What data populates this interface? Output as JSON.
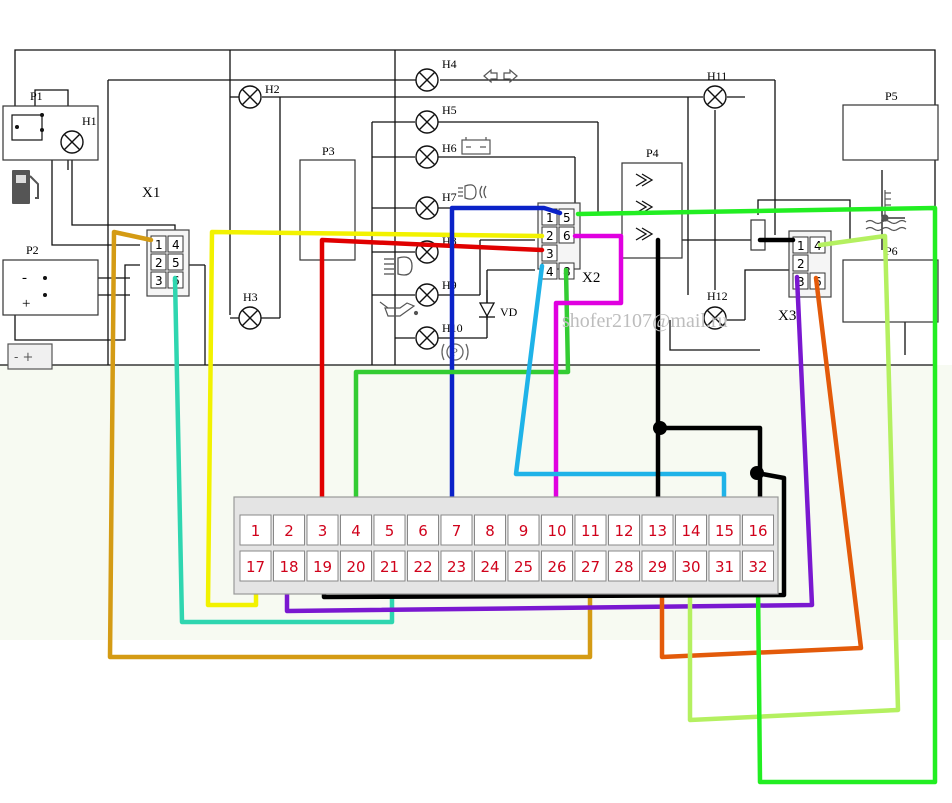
{
  "colors": {
    "black": "#000000",
    "yellow": "#f2f200",
    "red": "#e00000",
    "green": "#33cc33",
    "blue": "#0a22c8",
    "magenta": "#e000e0",
    "sky": "#1fb3e8",
    "teal": "#2fd6b0",
    "olive": "#d49b14",
    "purple": "#7a18d0",
    "orange": "#e35a0a",
    "lime": "#b4f060",
    "bright": "#22ee22",
    "pinred": "#d0021b",
    "panel": "#e4e4e4"
  },
  "labels": {
    "p1": "P1",
    "p2": "P2",
    "p3": "P3",
    "p4": "P4",
    "p5": "P5",
    "p6": "P6",
    "h1": "H1",
    "h2": "H2",
    "h3": "H3",
    "h4": "H4",
    "h5": "H5",
    "h6": "H6",
    "h7": "H7",
    "h8": "H8",
    "h9": "H9",
    "h10": "H10",
    "h11": "H11",
    "h12": "H12",
    "vd": "VD",
    "x1": "X1",
    "x2": "X2",
    "x3": "X3",
    "minus": "-",
    "plus": "+",
    "watermark": "shofer2107@mail.ru"
  },
  "x1_pins": [
    "1",
    "4",
    "2",
    "5",
    "3",
    "6"
  ],
  "x2_pins": [
    "1",
    "5",
    "2",
    "6",
    "3",
    "4",
    "8"
  ],
  "x3_pins": [
    "1",
    "4",
    "2",
    "3",
    "6"
  ],
  "pins_top": [
    "1",
    "2",
    "3",
    "4",
    "5",
    "6",
    "7",
    "8",
    "9",
    "10",
    "11",
    "12",
    "13",
    "14",
    "15",
    "16"
  ],
  "pins_bottom": [
    "17",
    "18",
    "19",
    "20",
    "21",
    "22",
    "23",
    "24",
    "25",
    "26",
    "27",
    "28",
    "29",
    "30",
    "31",
    "32"
  ],
  "icons": {
    "arrows": "turn-signal-arrows-icon",
    "battery": "battery-icon",
    "fuel": "fuel-pump-icon",
    "headlight": "headlight-icon",
    "oil": "oil-can-icon",
    "brake": "brake-icon",
    "temp": "coolant-temperature-icon",
    "lowbeam": "low-beam-icon"
  }
}
